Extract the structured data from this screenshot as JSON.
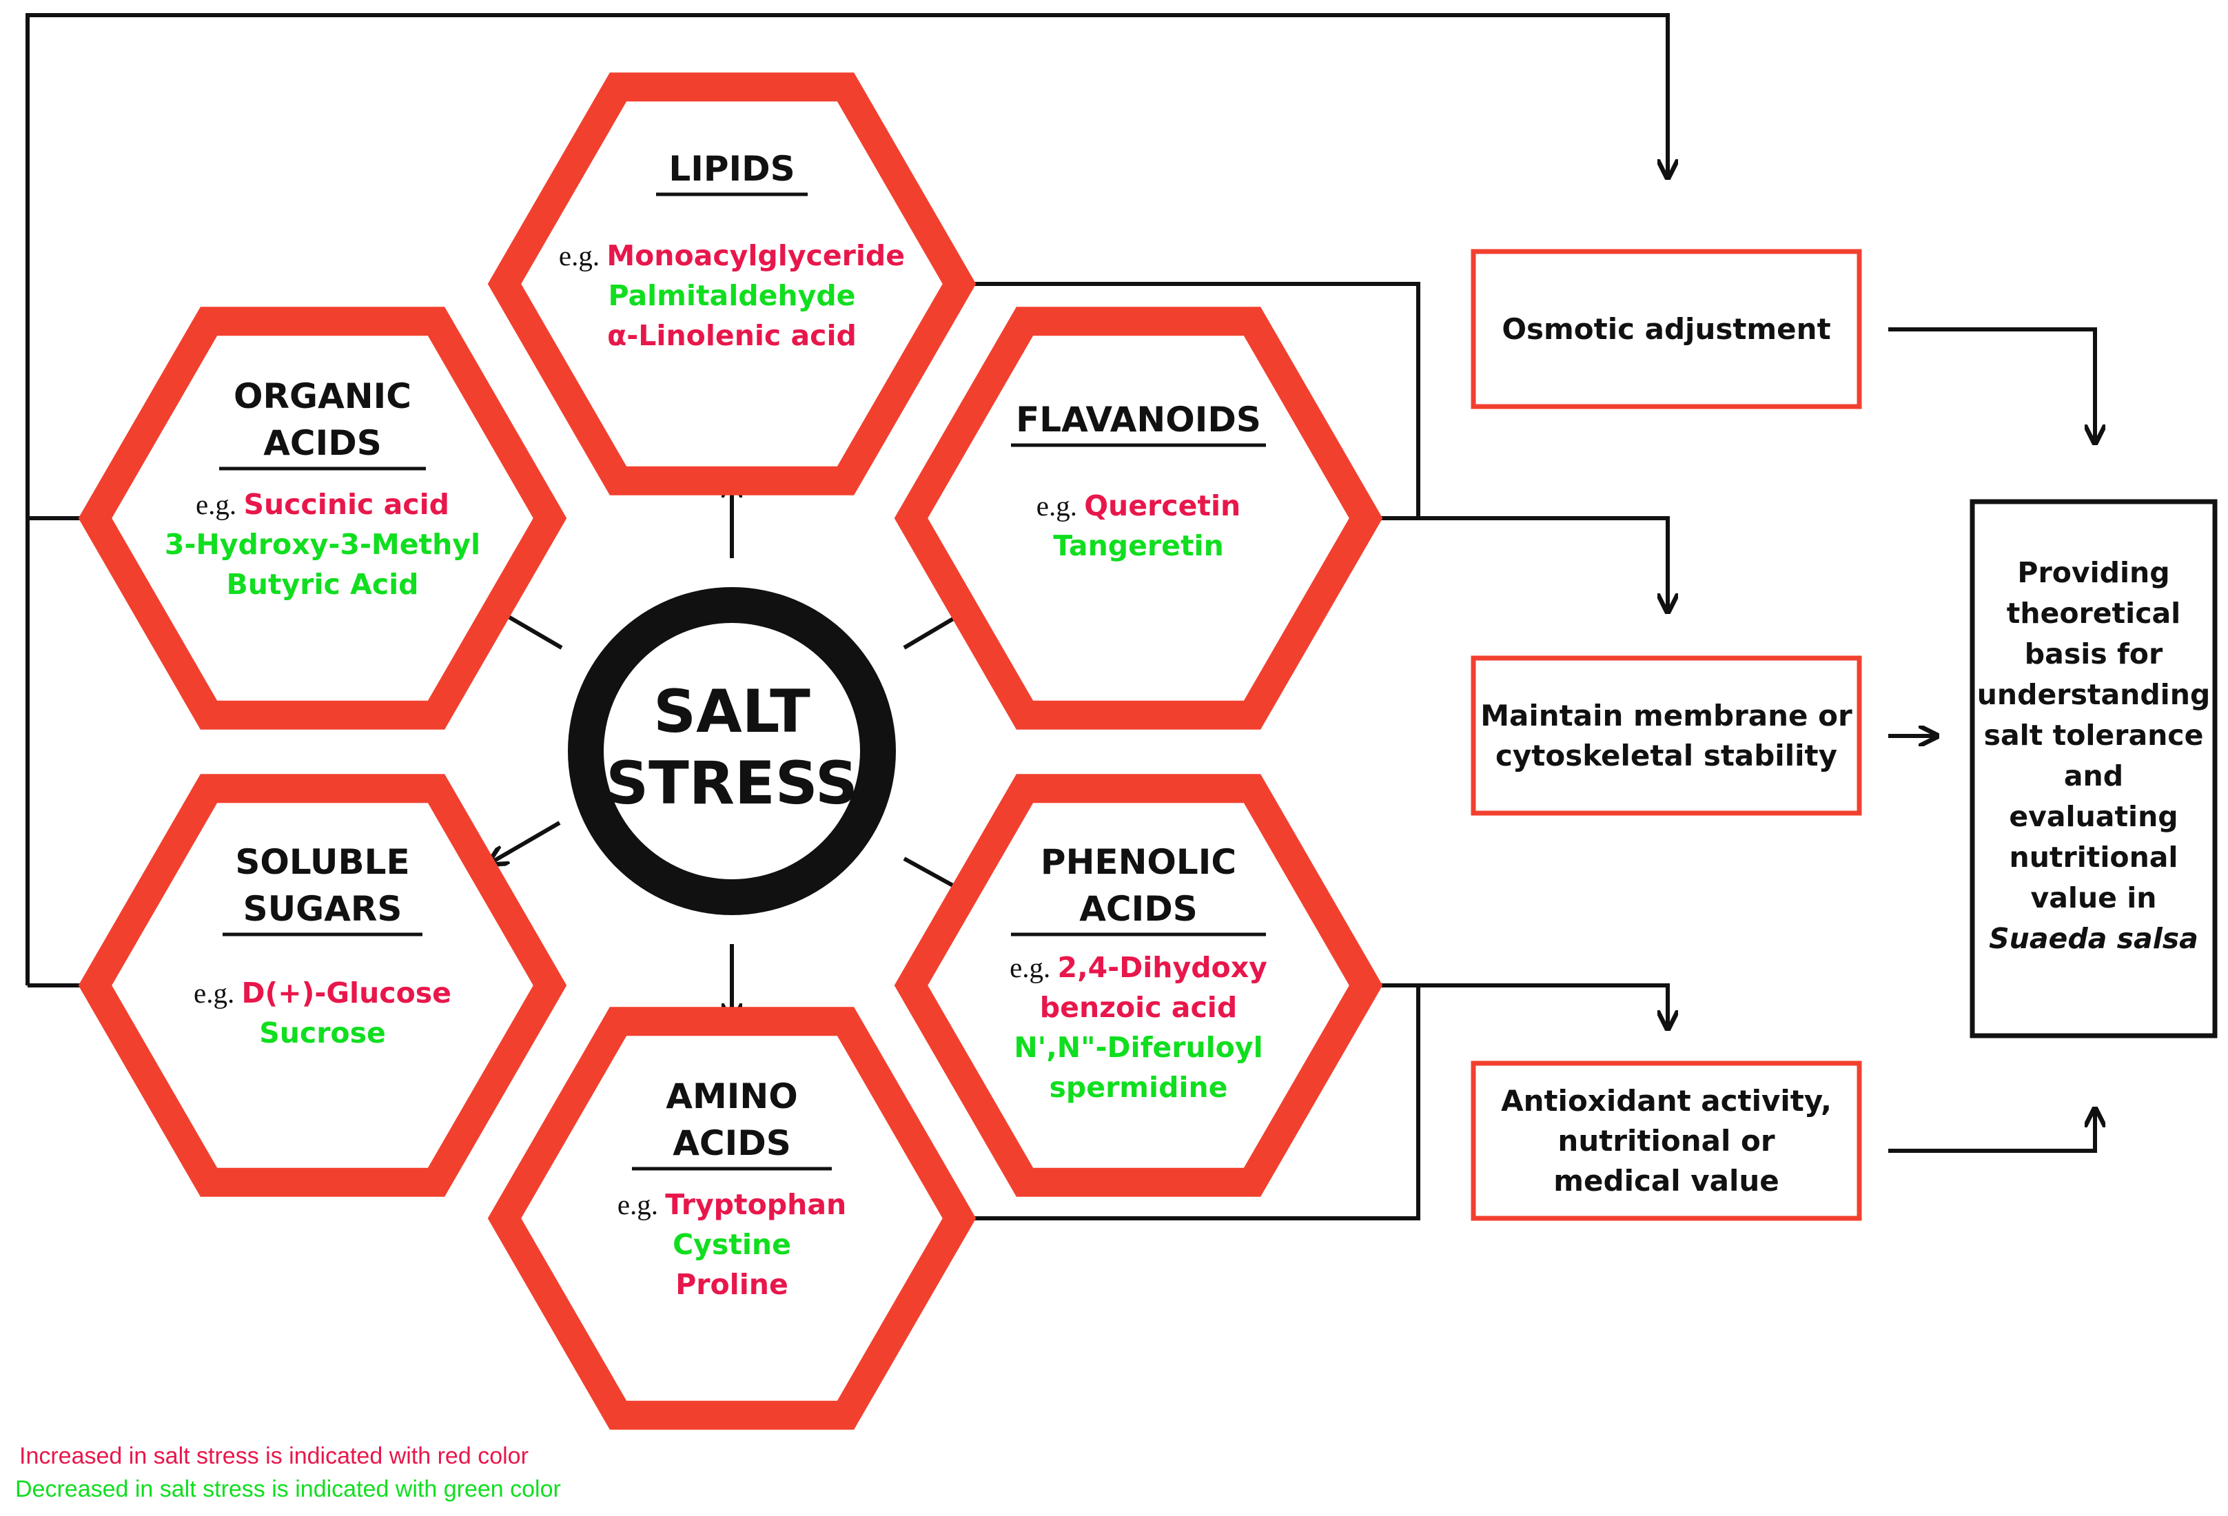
{
  "colors": {
    "hexagon": "#F2402F",
    "increased": "#E8174B",
    "decreased": "#10DE1F",
    "line": "#111111"
  },
  "center": {
    "line1": "SALT",
    "line2": "STRESS"
  },
  "hexagons": {
    "lipids": {
      "title": [
        "LIPIDS"
      ],
      "prefix": "e.g.",
      "items": [
        {
          "text": "Monoacylglyceride",
          "trend": "increased"
        },
        {
          "text": "Palmitaldehyde",
          "trend": "decreased"
        },
        {
          "text": "α-Linolenic acid",
          "trend": "increased"
        }
      ]
    },
    "organic_acids": {
      "title": [
        "ORGANIC",
        "ACIDS"
      ],
      "prefix": "e.g.",
      "items": [
        {
          "text": "Succinic acid",
          "trend": "increased"
        },
        {
          "text": "3-Hydroxy-3-Methyl",
          "trend": "decreased"
        },
        {
          "text": "Butyric Acid",
          "trend": "decreased"
        }
      ]
    },
    "flavanoids": {
      "title": [
        "FLAVANOIDS"
      ],
      "prefix": "e.g.",
      "items": [
        {
          "text": "Quercetin",
          "trend": "increased"
        },
        {
          "text": "Tangeretin",
          "trend": "decreased"
        }
      ]
    },
    "soluble_sugars": {
      "title": [
        "SOLUBLE",
        "SUGARS"
      ],
      "prefix": "e.g.",
      "items": [
        {
          "text": "D(+)-Glucose",
          "trend": "increased"
        },
        {
          "text": "Sucrose",
          "trend": "decreased"
        }
      ]
    },
    "phenolic_acids": {
      "title": [
        "PHENOLIC",
        "ACIDS"
      ],
      "prefix": "e.g.",
      "items": [
        {
          "text": "2,4-Dihydoxy",
          "trend": "increased"
        },
        {
          "text": "benzoic acid",
          "trend": "increased"
        },
        {
          "text": "N',N\"-Diferuloyl",
          "trend": "decreased"
        },
        {
          "text": "spermidine",
          "trend": "decreased"
        }
      ]
    },
    "amino_acids": {
      "title": [
        "AMINO",
        "ACIDS"
      ],
      "prefix": "e.g.",
      "items": [
        {
          "text": "Tryptophan",
          "trend": "increased"
        },
        {
          "text": "Cystine",
          "trend": "decreased"
        },
        {
          "text": "Proline",
          "trend": "increased"
        }
      ]
    }
  },
  "outcomes": {
    "osmotic": [
      "Osmotic adjustment"
    ],
    "membrane": [
      "Maintain membrane or",
      "cytoskeletal stability"
    ],
    "antioxidant": [
      "Antioxidant activity,",
      "nutritional or",
      "medical value"
    ]
  },
  "conclusion": {
    "lines": [
      "Providing",
      "theoretical",
      "basis for",
      "understanding",
      "salt tolerance",
      "and",
      "evaluating",
      "nutritional",
      "value in"
    ],
    "species": "Suaeda salsa"
  },
  "legend": {
    "increased": "Increased in salt stress is indicated with red color",
    "decreased": "Decreased in salt stress is indicated with green color"
  }
}
